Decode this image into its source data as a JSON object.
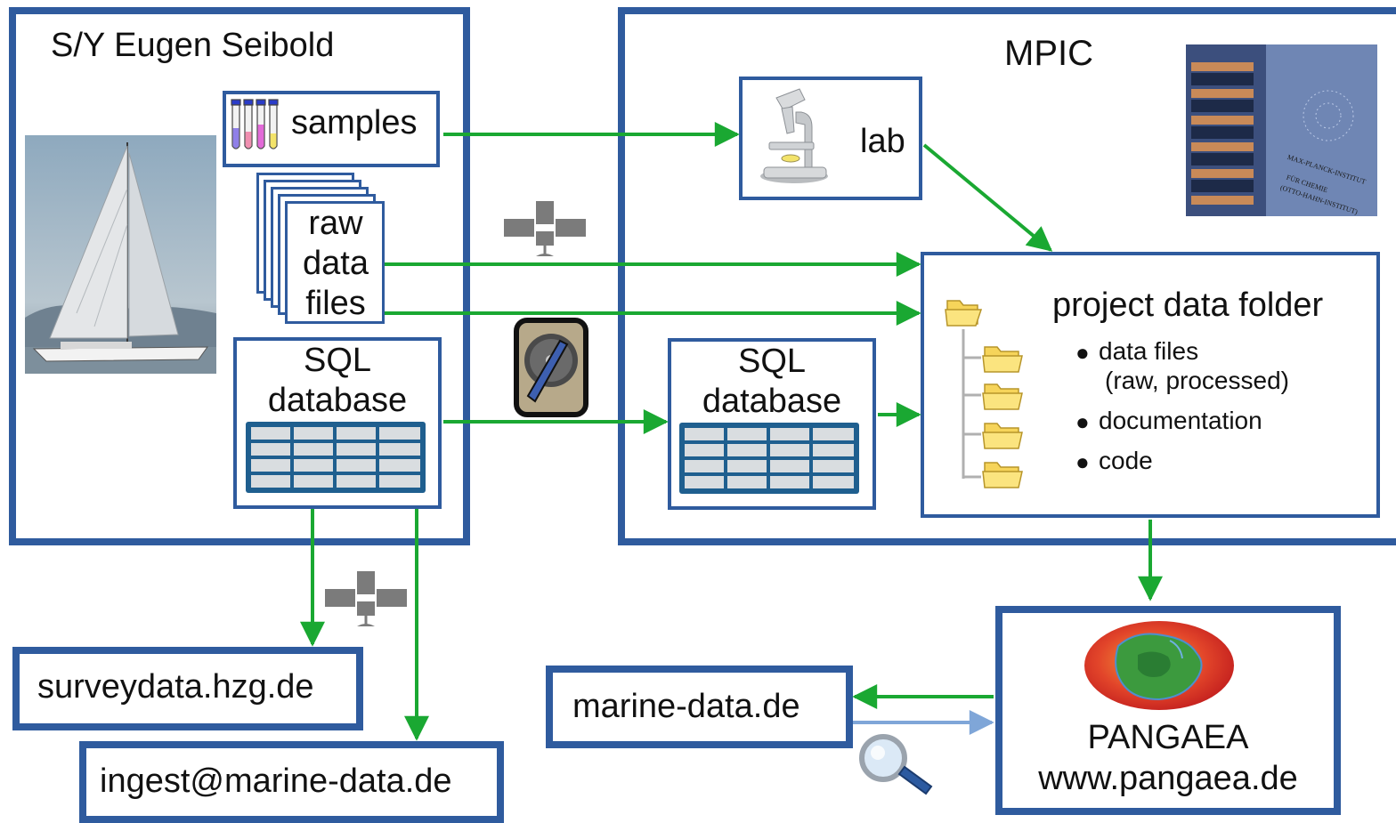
{
  "ship": {
    "title": "S/Y Eugen Seibold",
    "samples_label": "samples",
    "raw_files_label": [
      "raw",
      "data",
      "files"
    ],
    "sql_label": [
      "SQL",
      "database"
    ]
  },
  "mpic": {
    "title": "MPIC",
    "lab_label": "lab",
    "sql_label": [
      "SQL",
      "database"
    ],
    "building_sign": [
      "MAX-PLANCK-INSTITUT",
      "FÜR CHEMIE",
      "(OTTO-HAHN-INSTITUT)"
    ],
    "folder": {
      "title": "project data folder",
      "bullets": [
        {
          "text": "data files",
          "sub": "(raw, processed)"
        },
        {
          "text": "documentation",
          "sub": ""
        },
        {
          "text": "code",
          "sub": ""
        }
      ]
    }
  },
  "destinations": {
    "surveydata": "surveydata.hzg.de",
    "ingest": "ingest@marine-data.de",
    "marine_data": "marine-data.de",
    "pangaea_name": "PANGAEA",
    "pangaea_url": "www.pangaea.de"
  },
  "colors": {
    "box_border": "#2f5b9e",
    "arrow_green": "#1aa832",
    "arrow_light_blue": "#7fa6d8",
    "table_blue": "#1f5f8f"
  },
  "icons": [
    "test-tubes-icon",
    "microscope-icon",
    "satellite-icon",
    "hard-disk-icon",
    "folder-icon",
    "magnifier-icon",
    "pangaea-globe-icon"
  ]
}
